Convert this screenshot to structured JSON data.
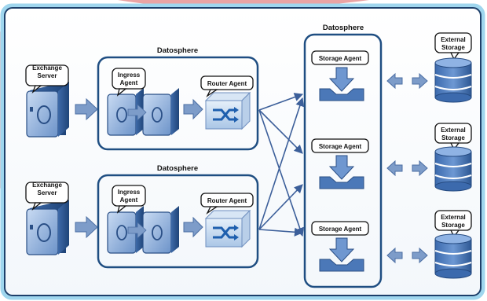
{
  "colors": {
    "frame_border": "#1f4e82",
    "frame_glow": "#6ec3e6",
    "arrow_fill": "#6f8fbf",
    "connector": "#3c5f9a",
    "device_dark": "#2f5c99",
    "device_light": "#a9c4ea",
    "storage_blue": "#4b78b8"
  },
  "groups": [
    {
      "title": "Datosphere",
      "exchange": "Exchange Server",
      "ingress": "Ingress Agent",
      "router": "Router Agent"
    },
    {
      "title": "Datosphere",
      "exchange": "Exchange Server",
      "ingress": "Ingress Agent",
      "router": "Router Agent"
    }
  ],
  "storage_group": {
    "title": "Datosphere"
  },
  "storage_agents": [
    "Storage Agent",
    "Storage Agent",
    "Storage Agent"
  ],
  "external_storages": [
    "External Storage",
    "External Storage",
    "External Storage"
  ],
  "icons": [
    "server-icon",
    "router-icon",
    "storage-agent-icon",
    "database-icon",
    "block-arrow-icon",
    "double-arrow-icon"
  ]
}
